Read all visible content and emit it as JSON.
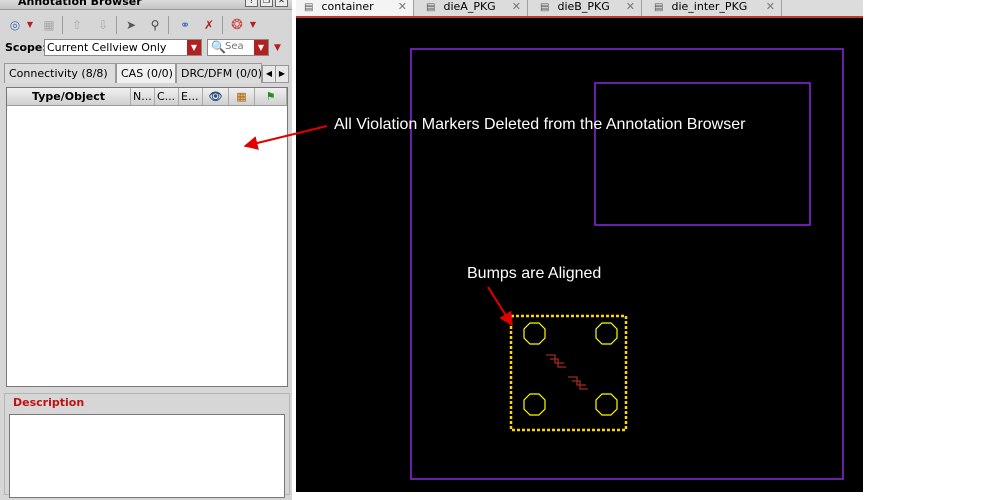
{
  "left_panel": {
    "title": "Annotation Browser",
    "window_buttons": [
      "?",
      "❐",
      "✕"
    ],
    "scope": {
      "label": "Scope:",
      "value": "Current Cellview Only",
      "search_placeholder": "Sea"
    },
    "tabs": [
      {
        "label": "Connectivity (8/8)"
      },
      {
        "label": "CAS (0/0)"
      },
      {
        "label": "DRC/DFM (0/0)"
      }
    ],
    "table": {
      "columns": [
        "Type/Object",
        "N...",
        "C...",
        "E..."
      ]
    },
    "description": {
      "label": "Description"
    }
  },
  "doc_tabs": [
    {
      "label": "container",
      "close": "✕",
      "active": true
    },
    {
      "label": "dieA_PKG",
      "close": "✕",
      "active": false
    },
    {
      "label": "dieB_PKG",
      "close": "✕",
      "active": false
    },
    {
      "label": "die_inter_PKG",
      "close": "✕",
      "active": false
    }
  ],
  "annotations": {
    "markers_deleted": "All Violation Markers Deleted from the Annotation Browser",
    "bumps_aligned": "Bumps are Aligned"
  },
  "colors": {
    "canvas_bg": "#000000",
    "boundary": "#8a2be2",
    "bump": "#ffff00",
    "selection": "#ffd700",
    "route": "#a0281e",
    "arrow": "#e00000",
    "accent": "#c0392b"
  },
  "icons": {
    "toolbar": [
      "target-icon",
      "zoom-icon",
      "up-arrow-icon",
      "down-arrow-icon",
      "cursor-icon",
      "magnify-icon",
      "link-icon",
      "unlink-icon",
      "stop-icon"
    ],
    "table_header": [
      "eye-icon",
      "grid-icon",
      "flag-icon"
    ]
  }
}
